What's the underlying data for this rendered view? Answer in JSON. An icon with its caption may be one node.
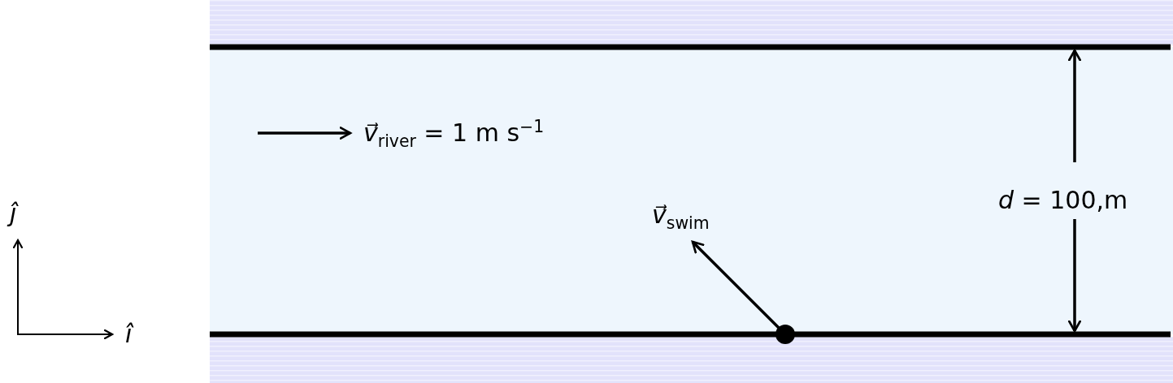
{
  "diagram": {
    "labels": [
      "*v⃗*$_{river}$ = 1 m s$^{−1}$",
      "*d* = 100,m",
      "ĵ",
      "*v⃗*$_{swim}$",
      "î"
    ]
  }
}
